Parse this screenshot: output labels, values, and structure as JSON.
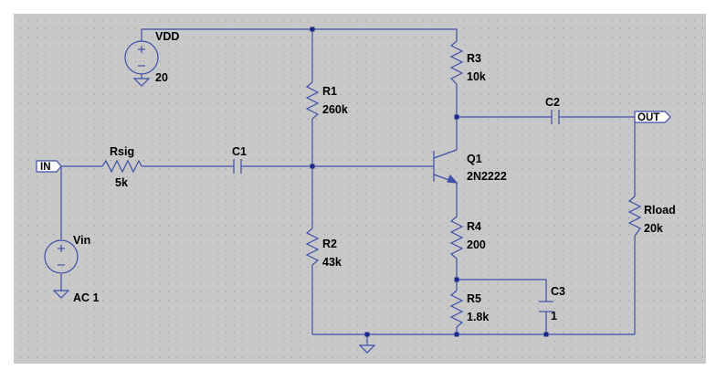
{
  "colors": {
    "background": "#c8c8c8",
    "wire": "#3e4fa8",
    "junction": "#1a2a8a",
    "text": "#000000"
  },
  "ports": {
    "input": "IN",
    "output": "OUT"
  },
  "components": {
    "vdd": {
      "name": "VDD",
      "value": "20"
    },
    "vin": {
      "name": "Vin",
      "value": "AC 1"
    },
    "rsig": {
      "name": "Rsig",
      "value": "5k"
    },
    "c1": {
      "name": "C1"
    },
    "r1": {
      "name": "R1",
      "value": "260k"
    },
    "r2": {
      "name": "R2",
      "value": "43k"
    },
    "r3": {
      "name": "R3",
      "value": "10k"
    },
    "q1": {
      "name": "Q1",
      "value": "2N2222"
    },
    "r4": {
      "name": "R4",
      "value": "200"
    },
    "r5": {
      "name": "R5",
      "value": "1.8k"
    },
    "c2": {
      "name": "C2"
    },
    "c3": {
      "name": "C3",
      "value": "1"
    },
    "rload": {
      "name": "Rload",
      "value": "20k"
    }
  },
  "icons": {
    "voltage_source": "voltage-source-icon",
    "ground": "ground-icon"
  }
}
